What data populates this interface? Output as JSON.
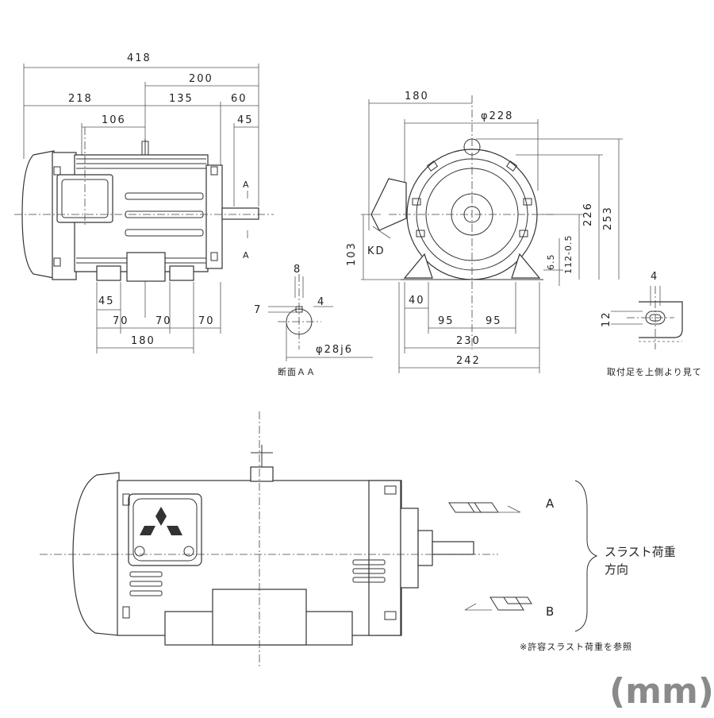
{
  "top_view": {
    "dims": {
      "overall": "418",
      "d200": "200",
      "d218": "218",
      "d135": "135",
      "d60": "60",
      "d106": "106",
      "d45_shaft": "45",
      "d45_foot": "45",
      "d70_a": "70",
      "d70_b": "70",
      "d70_c": "70",
      "d180": "180"
    },
    "section_marks": [
      "A",
      "A"
    ]
  },
  "section_view": {
    "dims": {
      "key_width": "8",
      "key_side": "7",
      "key_depth": "4",
      "shaft_dia": "φ28j6"
    },
    "label": "断面ＡＡ"
  },
  "front_view": {
    "dims": {
      "d180": "180",
      "d228": "φ228",
      "d253": "253",
      "d226": "226",
      "d103": "103",
      "kd": "KD",
      "d6_5": "6.5",
      "d112": "112-0.5",
      "d40": "40",
      "d95_a": "95",
      "d95_b": "95",
      "d230": "230",
      "d242": "242"
    }
  },
  "foot_detail": {
    "dims": {
      "d4": "4",
      "d12": "12"
    },
    "caption": "取付足を上側より見て"
  },
  "thrust_view": {
    "label_a": "A",
    "label_b": "B",
    "direction_line1": "スラスト荷重",
    "direction_line2": "方向",
    "note": "※許容スラスト荷重を参照"
  },
  "unit": "(mm)"
}
